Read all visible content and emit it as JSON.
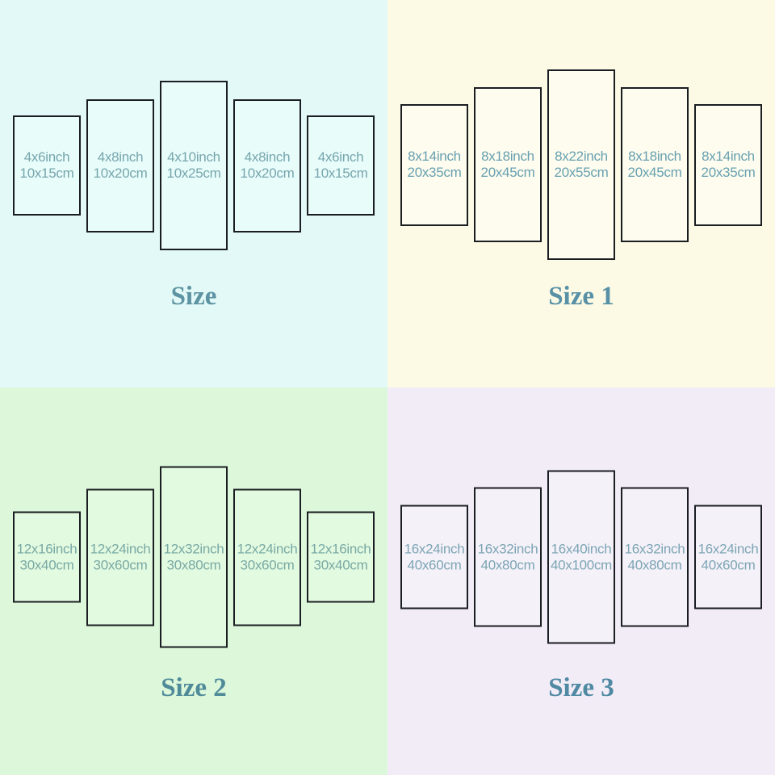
{
  "border_color": "#1a1d21",
  "quadrants": [
    {
      "title": "Size",
      "colors": {
        "bg": "#e2f9f8",
        "panel_bg": "#e8fcfa",
        "label": "#76a6ad",
        "title": "#5d93a2"
      },
      "panels": [
        {
          "inch": "4x6inch",
          "cm": "10x15cm"
        },
        {
          "inch": "4x8inch",
          "cm": "10x20cm"
        },
        {
          "inch": "4x10inch",
          "cm": "10x25cm"
        },
        {
          "inch": "4x8inch",
          "cm": "10x20cm"
        },
        {
          "inch": "4x6inch",
          "cm": "10x15cm"
        }
      ]
    },
    {
      "title": "Size 1",
      "colors": {
        "bg": "#fcfae5",
        "panel_bg": "#fdfcee",
        "label": "#68a0b0",
        "title": "#5890a6"
      },
      "panels": [
        {
          "inch": "8x14inch",
          "cm": "20x35cm"
        },
        {
          "inch": "8x18inch",
          "cm": "20x45cm"
        },
        {
          "inch": "8x22inch",
          "cm": "20x55cm"
        },
        {
          "inch": "8x18inch",
          "cm": "20x45cm"
        },
        {
          "inch": "8x14inch",
          "cm": "20x35cm"
        }
      ]
    },
    {
      "title": "Size 2",
      "colors": {
        "bg": "#dcf7da",
        "panel_bg": "#e2fae0",
        "label": "#79a9a4",
        "title": "#4f8a99"
      },
      "panels": [
        {
          "inch": "12x16inch",
          "cm": "30x40cm"
        },
        {
          "inch": "12x24inch",
          "cm": "30x60cm"
        },
        {
          "inch": "12x32inch",
          "cm": "30x80cm"
        },
        {
          "inch": "12x24inch",
          "cm": "30x60cm"
        },
        {
          "inch": "12x16inch",
          "cm": "30x40cm"
        }
      ]
    },
    {
      "title": "Size 3",
      "colors": {
        "bg": "#f1ecf6",
        "panel_bg": "#f5f1f9",
        "label": "#7ca5b4",
        "title": "#4f89a2"
      },
      "panels": [
        {
          "inch": "16x24inch",
          "cm": "40x60cm"
        },
        {
          "inch": "16x32inch",
          "cm": "40x80cm"
        },
        {
          "inch": "16x40inch",
          "cm": "40x100cm"
        },
        {
          "inch": "16x32inch",
          "cm": "40x80cm"
        },
        {
          "inch": "16x24inch",
          "cm": "40x60cm"
        }
      ]
    }
  ]
}
